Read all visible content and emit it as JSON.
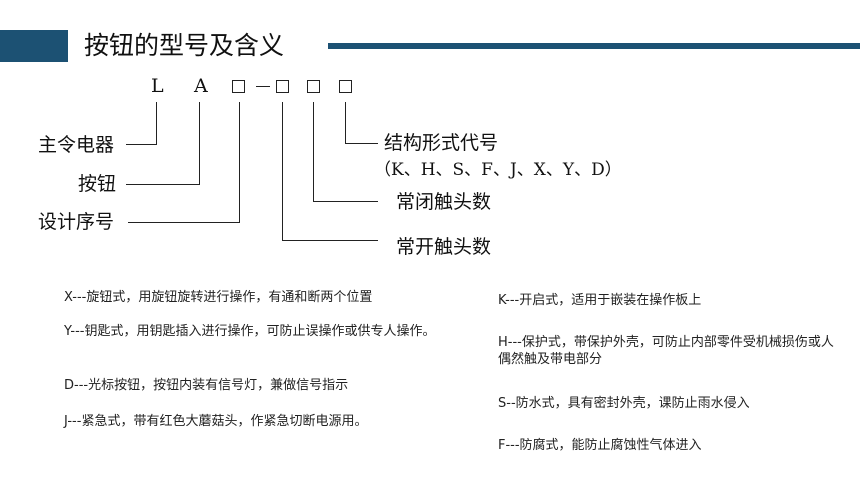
{
  "title": "按钮的型号及含义",
  "model_code": {
    "letter_1": "L",
    "letter_2": "A"
  },
  "labels_left": {
    "main_command": "主令电器",
    "button": "按钮",
    "design_serial": "设计序号"
  },
  "labels_right": {
    "structure_type": "结构形式代号",
    "structure_codes": "（K、H、S、F、J、X、Y、D）",
    "nc_contacts": "常闭触头数",
    "no_contacts": "常开触头数"
  },
  "descriptions_left": [
    "X---旋钮式，用旋钮旋转进行操作，有通和断两个位置",
    "Y---钥匙式，用钥匙插入进行操作，可防止误操作或供专人操作。",
    "D---光标按钮，按钮内装有信号灯，兼做信号指示",
    "J---紧急式，带有红色大蘑菇头，作紧急切断电源用。"
  ],
  "descriptions_right": [
    "K---开启式，适用于嵌装在操作板上",
    "H---保护式，带保护外壳，可防止内部零件受机械损伤或人偶然触及带电部分",
    "S--防水式，具有密封外壳，课防止雨水侵入",
    "F---防腐式，能防止腐蚀性气体进入"
  ],
  "colors": {
    "accent": "#1c5173"
  }
}
